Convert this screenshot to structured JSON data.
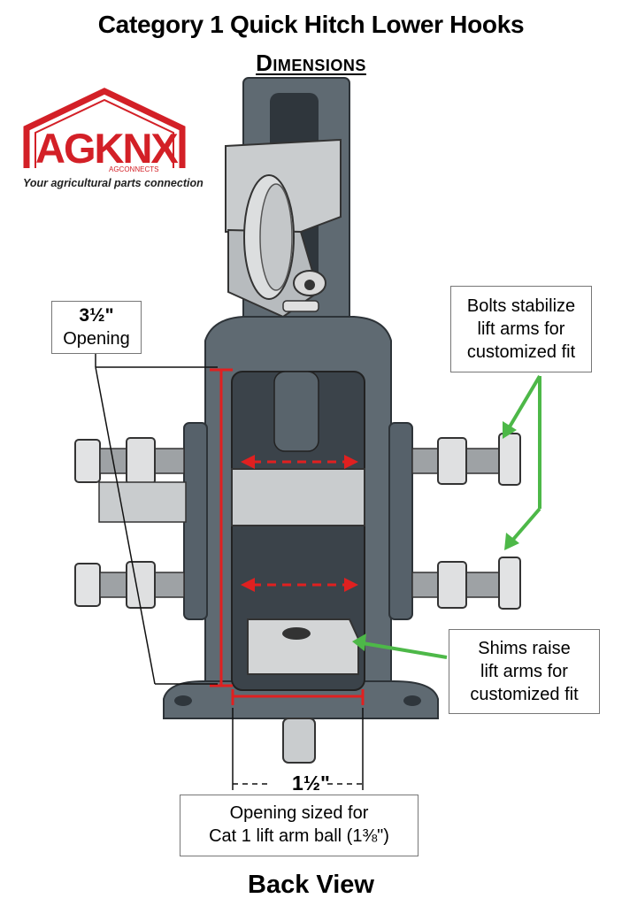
{
  "title": "Category 1 Quick Hitch Lower Hooks",
  "subtitle": "Dimensions",
  "view_label": "Back View",
  "logo": {
    "wordmark": "AGKNX",
    "sub": "AGCONNECTS",
    "tagline": "Your agricultural parts connection",
    "color": "#d32027"
  },
  "callouts": {
    "opening": {
      "dimension": "3½\"",
      "label": "Opening"
    },
    "bolts": {
      "lines": [
        "Bolts stabilize",
        "lift arms for",
        "customized fit"
      ]
    },
    "shims": {
      "lines": [
        "Shims raise",
        "lift arms for",
        "customized fit"
      ]
    },
    "ball": {
      "dimension": "1½\"",
      "lines": [
        "Opening sized for",
        "Cat 1 lift arm ball (1⅜\")"
      ]
    }
  },
  "colors": {
    "metal": "#5f6a72",
    "metal_dark": "#3f474e",
    "dimension_red": "#e02020",
    "arrow_green": "#4db848"
  }
}
